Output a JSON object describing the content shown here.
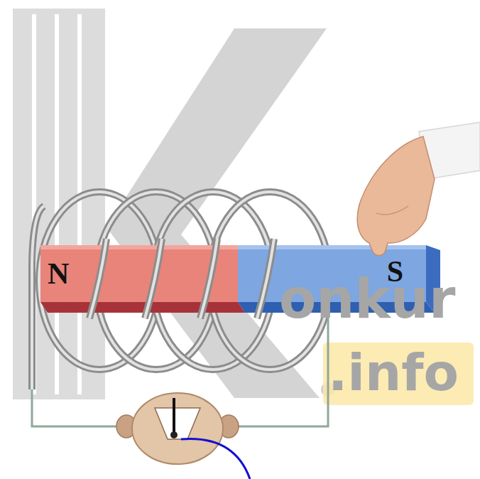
{
  "diagram": {
    "nodes": [
      {
        "text": [
          "N"
        ]
      },
      {
        "text": [
          "S"
        ]
      }
    ],
    "labels": [
      "onkur",
      ".info"
    ]
  }
}
